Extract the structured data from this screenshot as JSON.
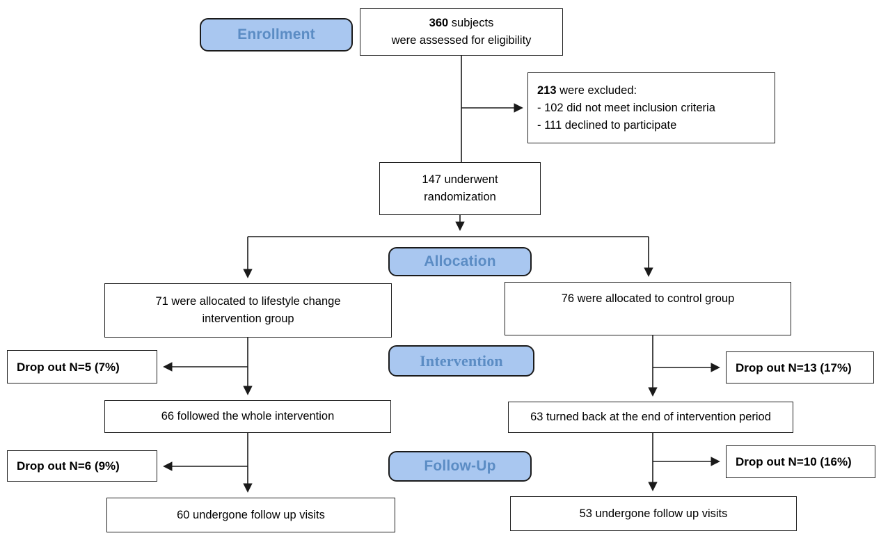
{
  "colors": {
    "stage_fill": "#a9c7f0",
    "stage_text": "#5b8cc4",
    "line": "#1a1a1a",
    "box_border": "#1f1f1f",
    "background": "#ffffff"
  },
  "stages": {
    "enrollment": "Enrollment",
    "allocation": "Allocation",
    "intervention": "Intervention",
    "followup": "Follow-Up"
  },
  "boxes": {
    "eligibility": {
      "n": "360",
      "line1_rest": " subjects",
      "line2": "were assessed for eligibility"
    },
    "excluded": {
      "n": "213",
      "title_rest": " were excluded:",
      "items": [
        "- 102 did not meet inclusion criteria",
        "- 111 declined to participate"
      ]
    },
    "randomization": {
      "line1": "147 underwent",
      "line2": "randomization"
    },
    "alloc_left": {
      "line1": "71 were allocated to lifestyle change",
      "line2": "intervention group"
    },
    "alloc_right": {
      "text": "76 were allocated to control group"
    },
    "dropout_intervention_left": {
      "text": "Drop out N=5 (7%)"
    },
    "dropout_intervention_right": {
      "text": "Drop out N=13 (17%)"
    },
    "intervention_left": {
      "text": "66 followed the whole intervention"
    },
    "intervention_right": {
      "text": "63 turned back at the end of intervention period"
    },
    "dropout_followup_left": {
      "text": "Drop out N=6 (9%)"
    },
    "dropout_followup_right": {
      "text": "Drop out N=10 (16%)"
    },
    "followup_left": {
      "text": "60 undergone follow up visits"
    },
    "followup_right": {
      "text": "53 undergone follow up visits"
    }
  }
}
